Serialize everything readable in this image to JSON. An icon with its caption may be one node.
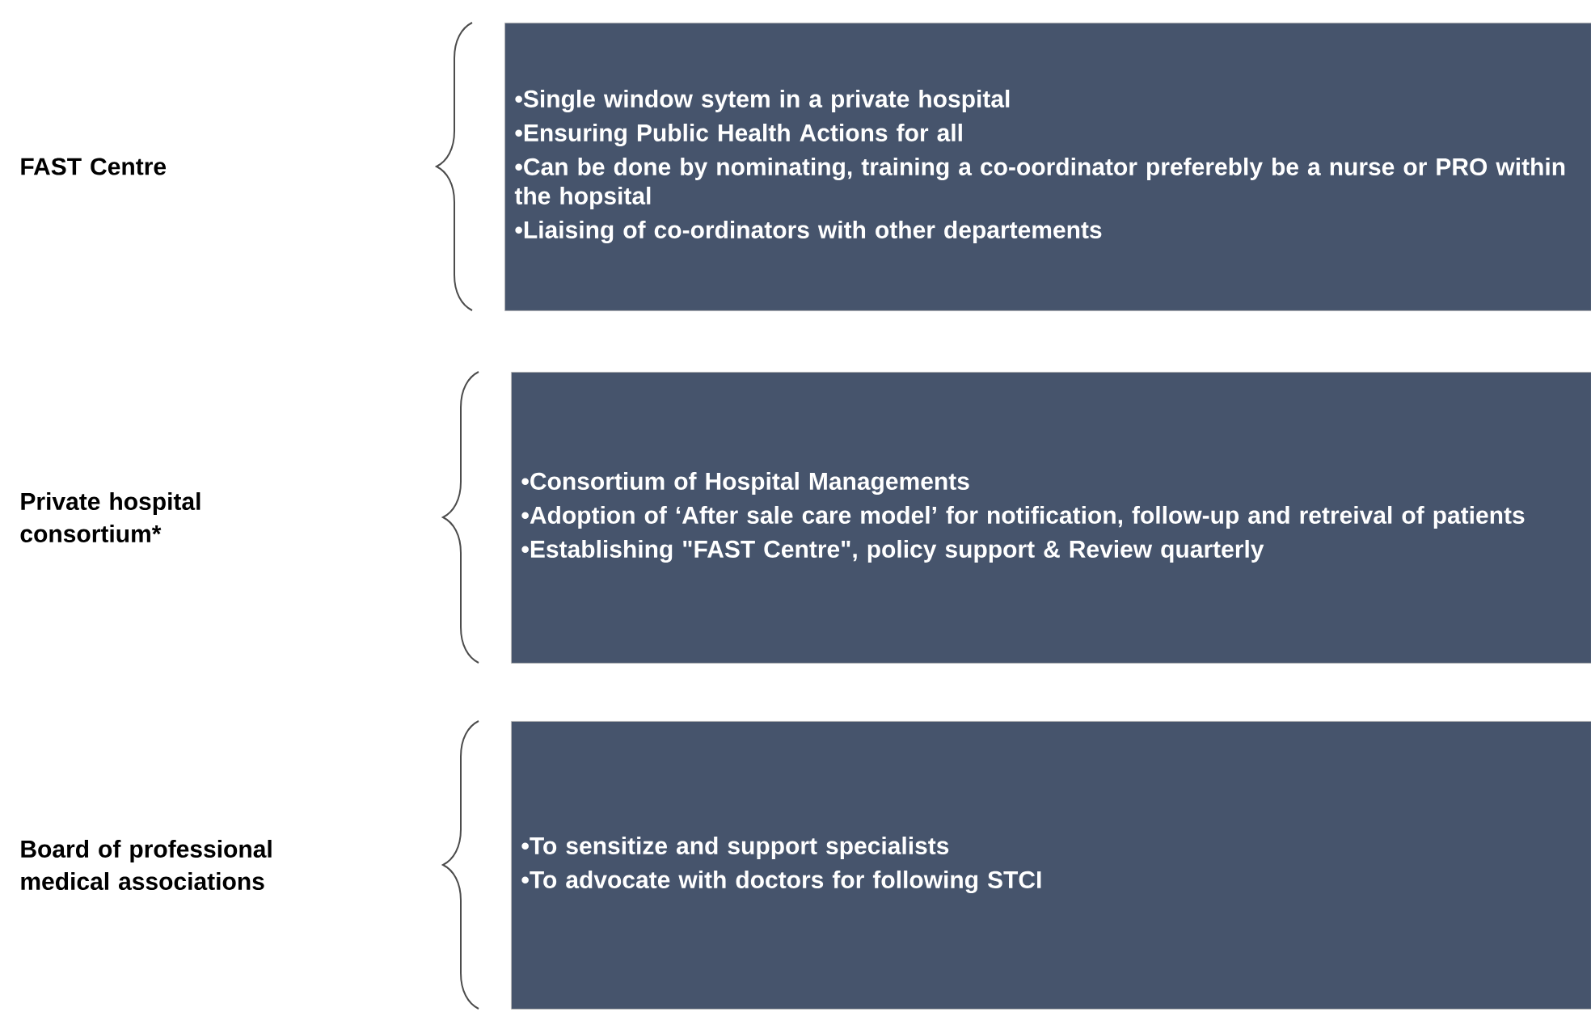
{
  "diagram": {
    "nodes": [
      {
        "text": [
          "FAST Centre"
        ]
      },
      {
        "text": [
          "•Single window sytem in a private hospital",
          "•Ensuring Public Health Actions for all",
          "•Can be done by nominating, training a co-oordinator preferebly be a nurse or PRO within the hopsital",
          "•Liaising of co-ordinators with other departements"
        ]
      },
      {
        "text": [
          "Private hospital consortium*"
        ]
      },
      {
        "text": [
          "•**Consortium of Hospital Managements**",
          "•Adoption of ‘**After sale care model**’ for notification, follow-up and retreival of patients",
          "•**Establishing \"FAST Centre\", policy support & Review quarterly**"
        ]
      },
      {
        "text": [
          "Board of professional medical associations"
        ]
      },
      {
        "text": [
          "•To sensitize and support specialists",
          "•To advocate with doctors for following STCI"
        ]
      }
    ]
  }
}
